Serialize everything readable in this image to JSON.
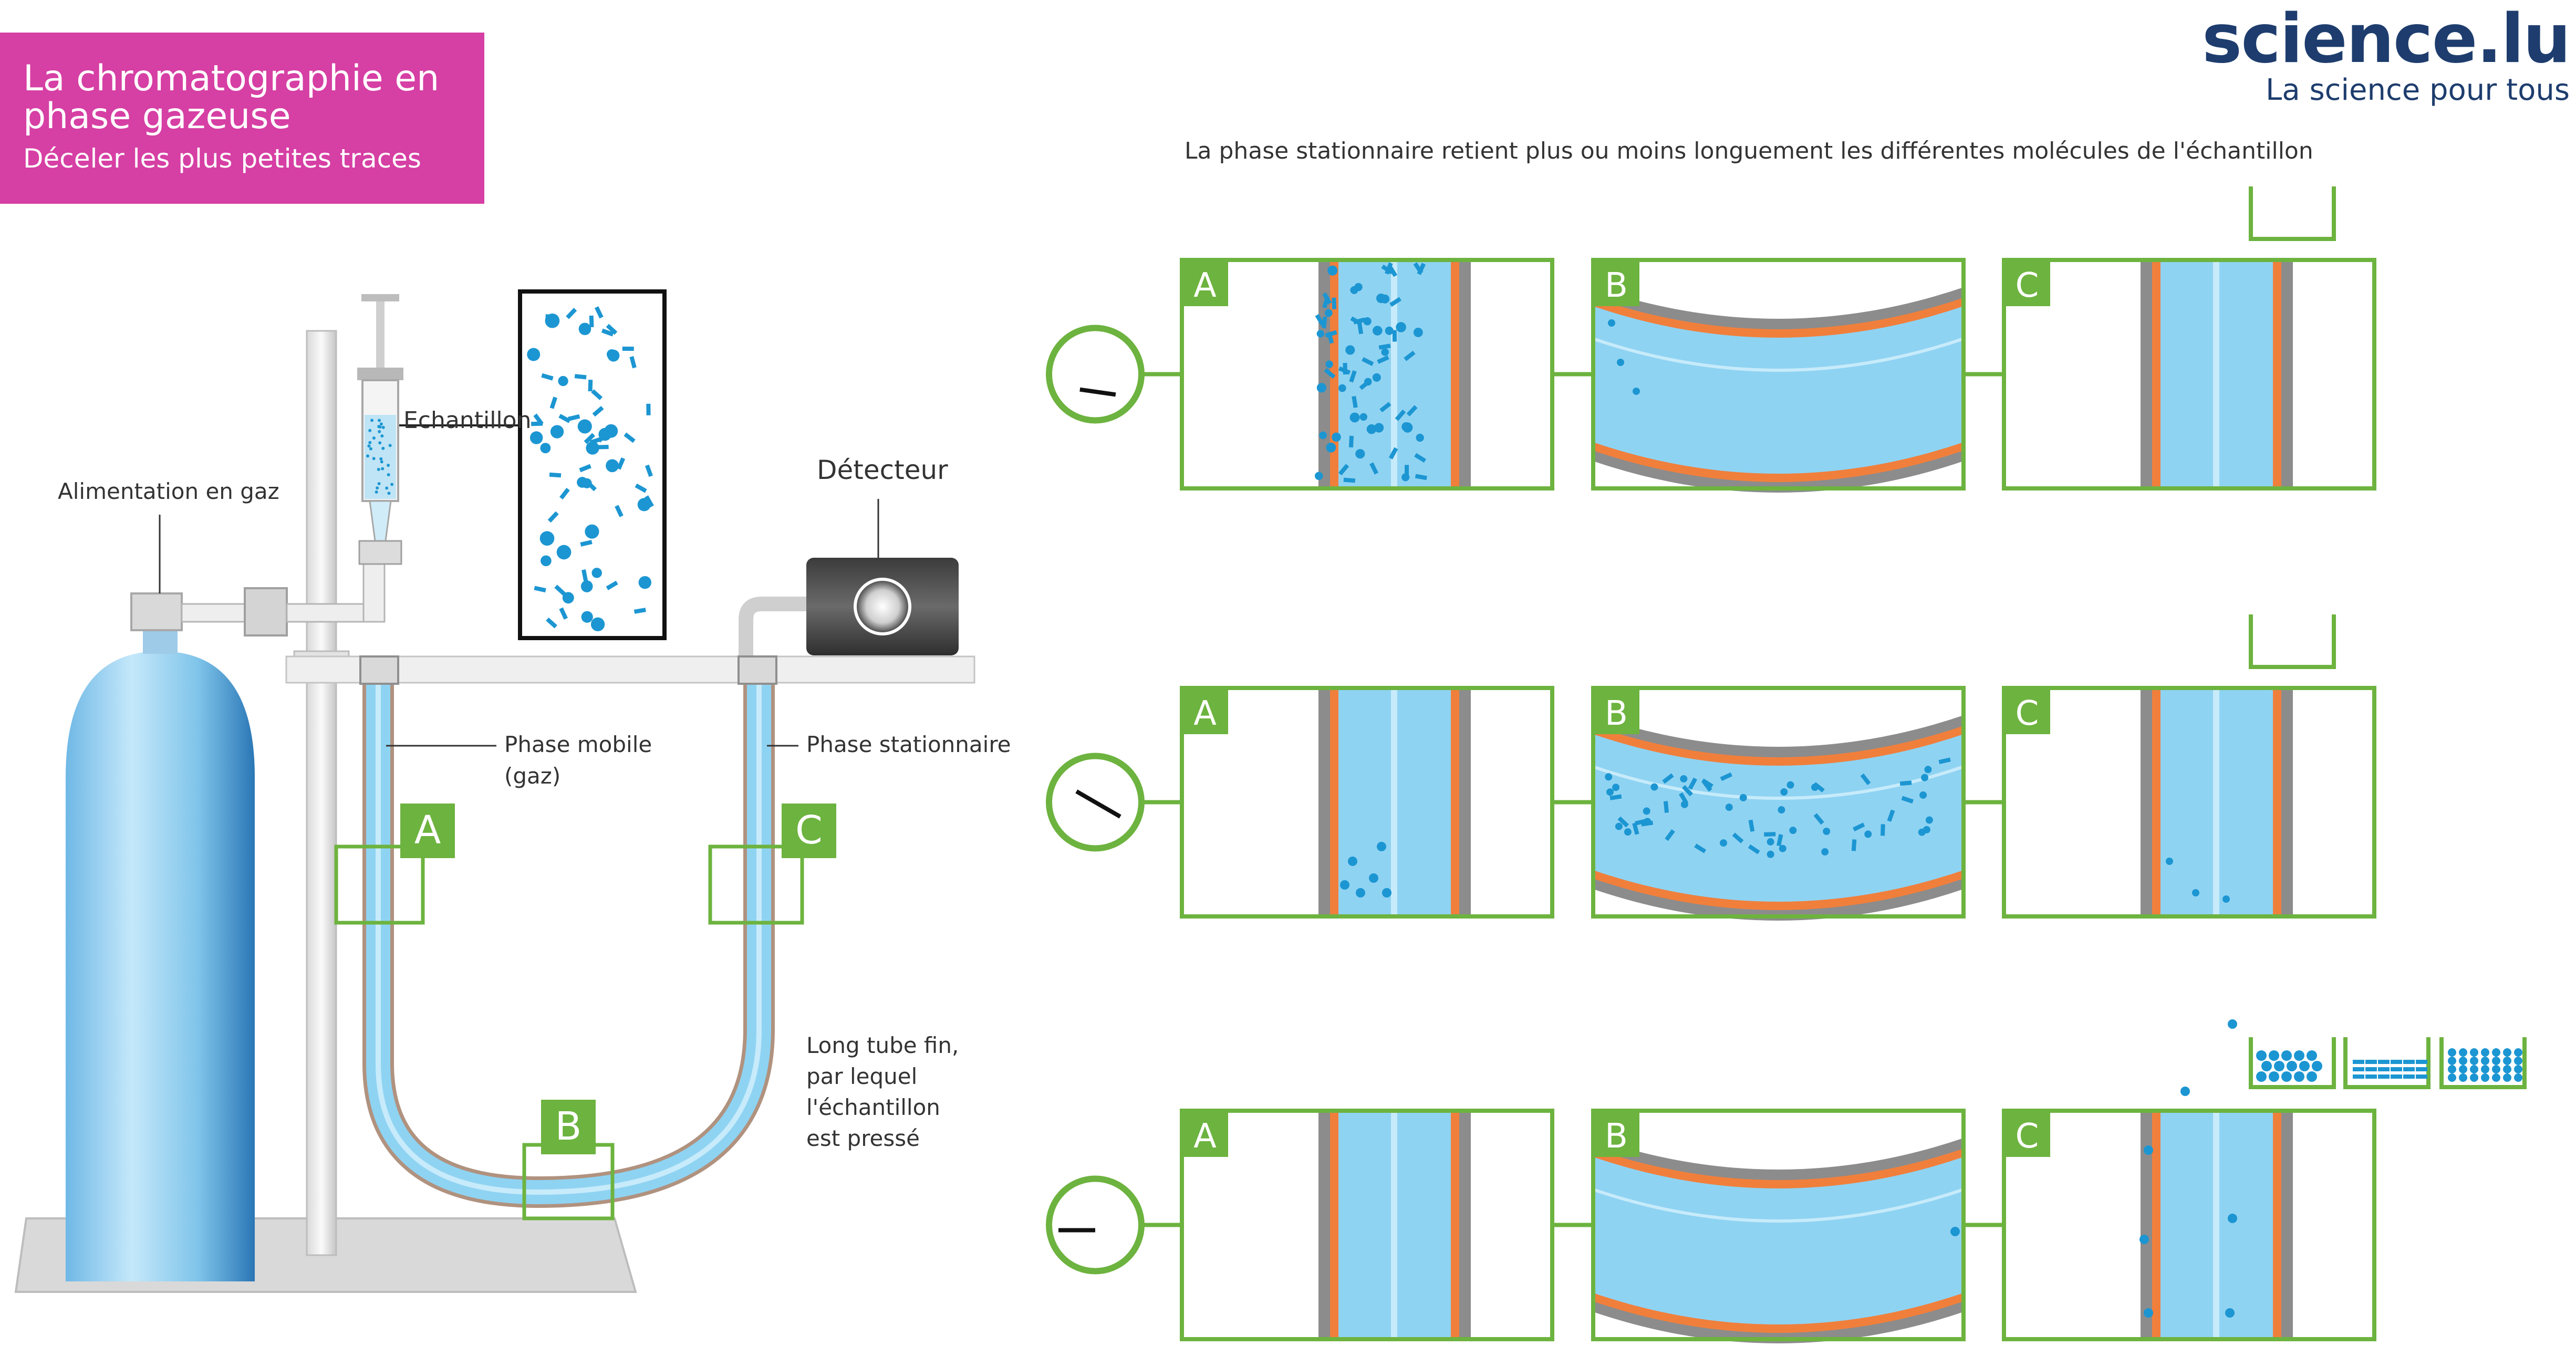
{
  "title": {
    "main": "La chromatographie en phase gazeuse",
    "subtitle": "Déceler les plus petites traces"
  },
  "brand": {
    "name": "science.lu",
    "tagline": "La science pour tous"
  },
  "header_text": "La phase stationnaire retient plus ou moins longuement les différentes molécules de l'échantillon",
  "labels": {
    "gas_supply": "Alimentation en gaz",
    "sample": "Echantillon",
    "detector": "Détecteur",
    "mobile_phase_1": "Phase mobile",
    "mobile_phase_2": "(gaz)",
    "stationary_phase": "Phase stationnaire",
    "tube_1": "Long tube fin,",
    "tube_2": "par lequel",
    "tube_3": "l'échantillon",
    "tube_4": "est pressé"
  },
  "markers": {
    "a": "A",
    "b": "B",
    "c": "C"
  },
  "colors": {
    "title_bg": "#d63fa4",
    "green": "#6db33f",
    "tube_fill": "#8fd3f2",
    "orange": "#f07f3c",
    "grey": "#8c8c8c",
    "molecule": "#1c96d2",
    "brand": "#1e3d6e"
  }
}
